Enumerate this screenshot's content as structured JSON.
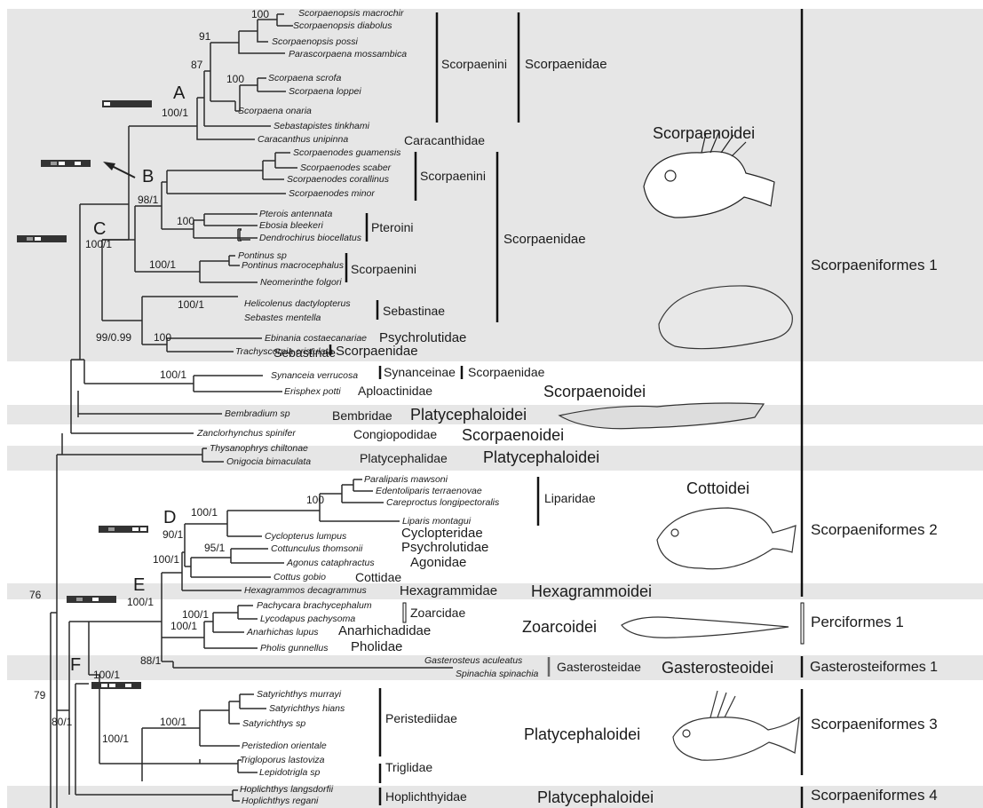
{
  "taxa": [
    "Scorpaenopsis macrochir",
    "Scorpaenopsis diabolus",
    "Scorpaenopsis possi",
    "Parascorpaena mossambica",
    "Scorpaena scrofa",
    "Scorpaena loppei",
    "Scorpaena onaria",
    "Sebastapistes tinkhami",
    "Caracanthus unipinna",
    "Scorpaenodes guamensis",
    "Scorpaenodes scaber",
    "Scorpaenodes corallinus",
    "Scorpaenodes minor",
    "Pterois antennata",
    "Ebosia bleekeri",
    "Dendrochirus biocellatus",
    "Pontinus sp",
    "Pontinus macrocephalus",
    "Neomerinthe folgori",
    "Helicolenus dactylopterus",
    "Sebastes mentella",
    "Ebinania costaecanariae",
    "Trachyscorpia cristulata",
    "Synanceia verrucosa",
    "Erisphex potti",
    "Bembradium sp",
    "Zanclorhynchus spinifer",
    "Thysanophrys chiltonae",
    "Onigocia bimaculata",
    "Paraliparis mawsoni",
    "Edentoliparis terraenovae",
    "Careproctus longipectoralis",
    "Liparis montagui",
    "Cyclopterus lumpus",
    "Cottunculus thomsonii",
    "Agonus cataphractus",
    "Cottus gobio",
    "Hexagrammos decagrammus",
    "Pachycara brachycephalum",
    "Lycodapus pachysoma",
    "Anarhichas lupus",
    "Pholis gunnellus",
    "Gasterosteus aculeatus",
    "Spinachia spinachia",
    "Satyrichthys murrayi",
    "Satyrichthys hians",
    "Satyrichthys sp",
    "Peristedion orientale",
    "Trigloporus lastoviza",
    "Lepidotrigla sp",
    "Hoplichthys langsdorfii",
    "Hoplichthys regani"
  ],
  "support": [
    "100",
    "91",
    "87",
    "100",
    "100/1",
    "98/1",
    "100",
    "100/1",
    "100/1",
    "99/0.99",
    "100",
    "100/1",
    "100",
    "100/1",
    "90/1",
    "95/1",
    "100/1",
    "100/1",
    "100/1",
    "100/1",
    "88/1",
    "100/1",
    "100/1",
    "100/1",
    "76",
    "79",
    "80/1"
  ],
  "nodes": [
    "A",
    "B",
    "C",
    "D",
    "E",
    "F"
  ],
  "families": [
    "Scorpaenini",
    "Scorpaenidae",
    "Caracanthidae",
    "Scorpaenini",
    "Pteroini",
    "Scorpaenidae",
    "Scorpaenini",
    "Sebastinae",
    "Psychrolutidae",
    "Sebastinae",
    "Scorpaenidae",
    "Synanceinae",
    "Scorpaenidae",
    "Aploactinidae",
    "Bembridae",
    "Congiopodidae",
    "Platycephalidae",
    "Liparidae",
    "Cyclopteridae",
    "Psychrolutidae",
    "Agonidae",
    "Cottidae",
    "Hexagrammidae",
    "Zoarcidae",
    "Anarhichadidae",
    "Pholidae",
    "Gasterosteidae",
    "Peristediidae",
    "Triglidae",
    "Hoplichthyidae"
  ],
  "suborders": [
    "Scorpaenoidei",
    "Scorpaenoidei",
    "Platycephaloidei",
    "Scorpaenoidei",
    "Platycephaloidei",
    "Cottoidei",
    "Hexagrammoidei",
    "Zoarcoidei",
    "Gasterosteoidei",
    "Platycephaloidei",
    "Platycephaloidei"
  ],
  "orders": [
    "Scorpaeniformes 1",
    "Scorpaeniformes 2",
    "Perciformes 1",
    "Gasterosteiformes 1",
    "Scorpaeniformes 3",
    "Scorpaeniformes 4"
  ],
  "char_bars": [
    [
      "w",
      "d",
      "d",
      "d",
      "d",
      "d"
    ],
    [
      "d",
      "g",
      "w",
      "d",
      "w",
      "d"
    ],
    [
      "d",
      "g",
      "w",
      "d",
      "d",
      "d"
    ],
    [
      "d",
      "g",
      "d",
      "d",
      "w",
      "w"
    ],
    [
      "d",
      "g",
      "d",
      "w",
      "d",
      "d"
    ],
    [
      "d",
      "w",
      "w",
      "d",
      "w",
      "d"
    ]
  ],
  "colors": {
    "w": "#ffffff",
    "g": "#9a9a9a",
    "d": "#333333",
    "band": "#e6e6e6"
  }
}
